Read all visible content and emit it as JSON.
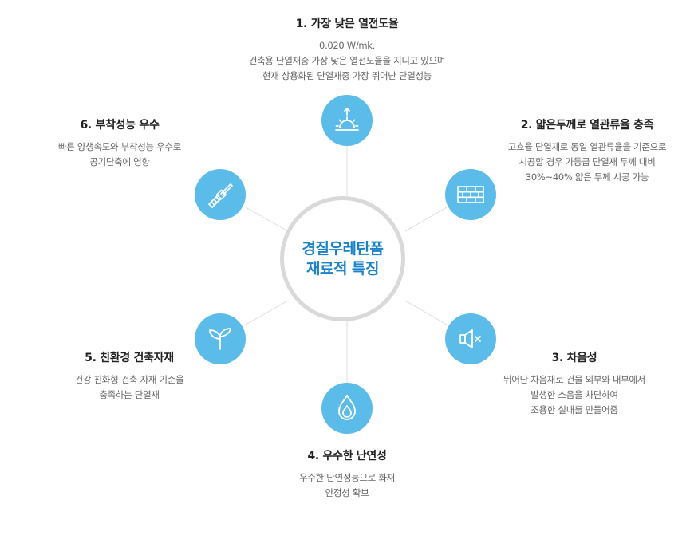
{
  "center": {
    "lines": [
      "경질우레탄폼",
      "재료적 특징"
    ]
  },
  "features": [
    {
      "title": "1. 가장 낮은 열전도율",
      "desc": [
        "0.020 W/mk,",
        "건축용 단열재중 가장 낮은 열전도율을 지니고 있으며",
        "현재 상용화된 단열재중 가장 뛰어난 단열성능"
      ],
      "icon": "sun-rise-icon"
    },
    {
      "title": "2. 얇은두께로 열관류율 충족",
      "desc": [
        "고효율 단열재로 동일  열관류율을 기준으로",
        "시공할 경우 가등급 단열재 두께 대비",
        "30%~40% 얇은 두께 시공 가능"
      ],
      "icon": "brick-wall-icon"
    },
    {
      "title": "3. 차음성",
      "desc": [
        "뛰어난 차음재로 건물 외부와 내부에서",
        "발생한 소음을 차단하여",
        "조용한 실내를 만들어줌"
      ],
      "icon": "speaker-mute-icon"
    },
    {
      "title": "4. 우수한 난연성",
      "desc": [
        "우수한 난연성능으로 화재",
        "안정성 확보"
      ],
      "icon": "flame-drop-icon"
    },
    {
      "title": "5. 친환경 건축자재",
      "desc": [
        "건강 친화형 건축 자재 기준을",
        "충족하는 단열재"
      ],
      "icon": "sprout-icon"
    },
    {
      "title": "6. 부착성능 우수",
      "desc": [
        "빠른 양생속도와 부착성능 우수로",
        "공기단축에 영향"
      ],
      "icon": "paint-brush-icon"
    }
  ],
  "colors": {
    "accent": "#1a82c7",
    "node": "#5bbce9",
    "ring": "#d9d9d9",
    "line": "#dddddd"
  }
}
